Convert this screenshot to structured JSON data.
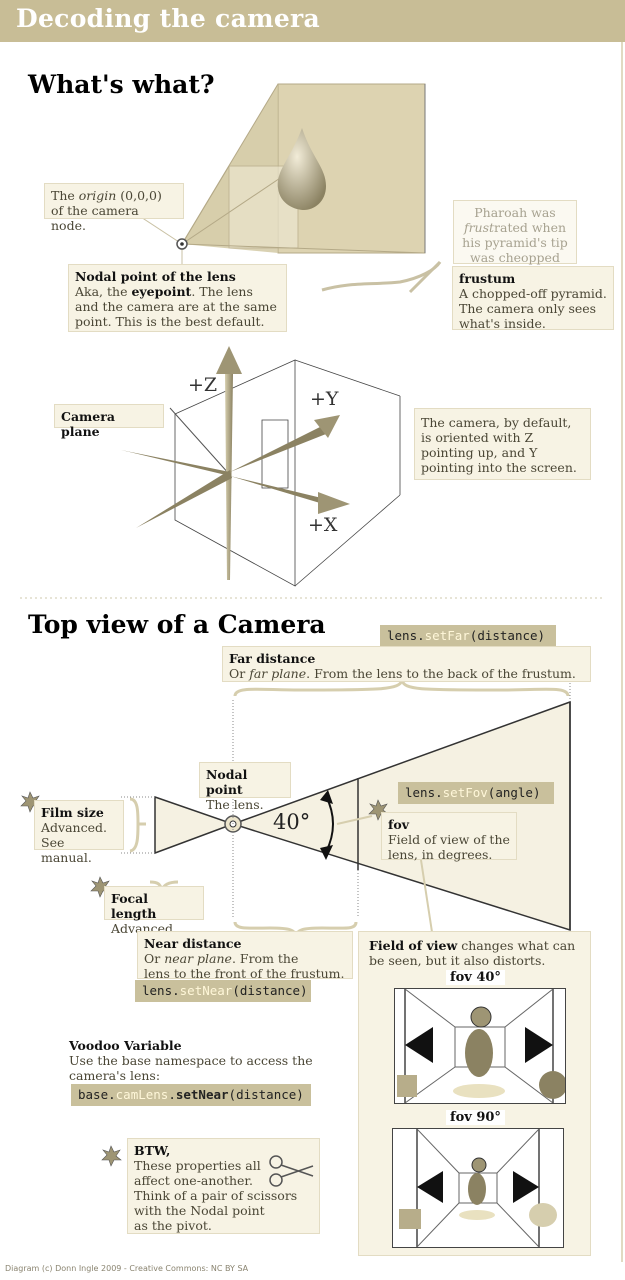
{
  "title": "Decoding the camera",
  "section1": {
    "heading": "What's what?",
    "origin_pre": "The ",
    "origin_em": "origin",
    "origin_post": " (0,0,0)",
    "origin_line2": "of the camera node.",
    "pharoah_l1": "Pharoah was",
    "pharoah_em": "frust",
    "pharoah_l2b": "rated when",
    "pharoah_l3": "his pyramid's tip",
    "pharoah_l4": "was cheopped off.",
    "nodal_title": "Nodal point of the lens",
    "nodal_l1a": "Aka, the ",
    "nodal_l1b": "eyepoint",
    "nodal_l1c": ". The lens",
    "nodal_l2": "and the camera are at the same",
    "nodal_l3": "point. This is the best default.",
    "frustum_title": "frustum",
    "frustum_l1": "A chopped-off pyramid.",
    "frustum_l2": "The camera only sees",
    "frustum_l3": "what's inside.",
    "camera_plane": "Camera plane",
    "axis_z": "+Z",
    "axis_y": "+Y",
    "axis_x": "+X",
    "orient_l1": "The camera, by default,",
    "orient_l2": "is oriented with Z",
    "orient_l3": "pointing up, and Y",
    "orient_l4": "pointing into the screen."
  },
  "section2": {
    "heading": "Top view of a Camera",
    "setfar_obj": "lens.",
    "setfar_fn": "setFar",
    "setfar_arg": "(distance)",
    "far_title": "Far distance",
    "far_l1a": "Or ",
    "far_l1em": "far plane",
    "far_l1b": ". From the lens to the back of the frustum.",
    "nodal_title": "Nodal point",
    "nodal_sub": "The lens.",
    "angle": "40°",
    "setfov_obj": "lens.",
    "setfov_fn": "setFov",
    "setfov_arg": "(angle)",
    "fov_title": "fov",
    "fov_l1": "Field of view of the",
    "fov_l2": "lens, in degrees.",
    "film_title": "Film size",
    "film_l1": "Advanced.",
    "film_l2": "See manual.",
    "focal_title": "Focal length",
    "focal_l1": "Advanced.",
    "near_title": "Near distance",
    "near_l1a": "Or ",
    "near_l1em": "near plane",
    "near_l1b": ". From the",
    "near_l2": "lens to the front of the frustum.",
    "setnear_obj": "lens.",
    "setnear_fn": "setNear",
    "setnear_arg": "(distance)",
    "fovbox_title": "Field of view",
    "fovbox_l1": " changes what can",
    "fovbox_l2": "be seen, but it also distorts.",
    "fov40": "fov 40°",
    "fov90": "fov 90°",
    "voodoo_title": "Voodoo Variable",
    "voodoo_l1": "Use the base namespace to access the",
    "voodoo_l2": "camera's lens:",
    "voodoo_code_a": "base.",
    "voodoo_code_b": "camLens",
    "voodoo_code_c": ".",
    "voodoo_code_d": "setNear",
    "voodoo_code_e": "(distance)",
    "btw_title": "BTW,",
    "btw_l1": "These properties all",
    "btw_l2": "affect one-another.",
    "btw_l3": "Think of a pair of scissors",
    "btw_l4": "with the Nodal point",
    "btw_l5": "as the pivot."
  },
  "footer": "Diagram (c) Donn Ingle 2009 - Creative Commons: NC BY SA",
  "colors": {
    "accent": "#c8bd96",
    "box": "#f7f3e4",
    "code": "#c9c09c",
    "highlight": "#fff7d9"
  }
}
